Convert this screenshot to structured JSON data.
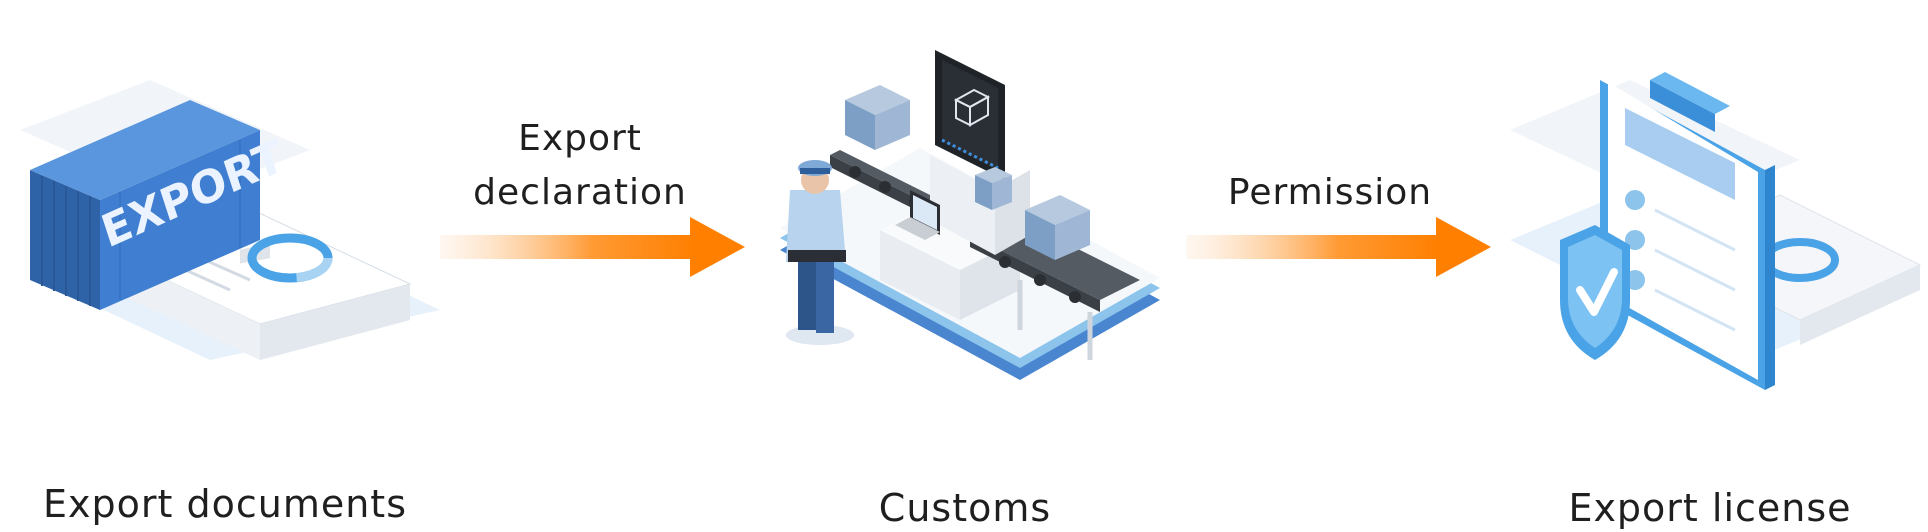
{
  "stages": [
    {
      "id": "export-documents",
      "label": "Export documents",
      "illustration": "shipping-container-export-icon",
      "container_text": "EXPORT"
    },
    {
      "id": "customs",
      "label": "Customs",
      "illustration": "customs-inspection-icon"
    },
    {
      "id": "export-license",
      "label": "Export license",
      "illustration": "clipboard-shield-license-icon"
    }
  ],
  "arrows": [
    {
      "line1": "Export",
      "line2": "declaration"
    },
    {
      "line1": "Permission"
    }
  ],
  "colors": {
    "arrow_orange": "#ff7f00",
    "arrow_fade": "#fde6cf",
    "container_blue": "#3f7ed0",
    "light_blue": "#8cc4ec",
    "accent_blue": "#4aa3e6",
    "base_blue": "#4a86cf",
    "paper": "#f2f4f7"
  }
}
